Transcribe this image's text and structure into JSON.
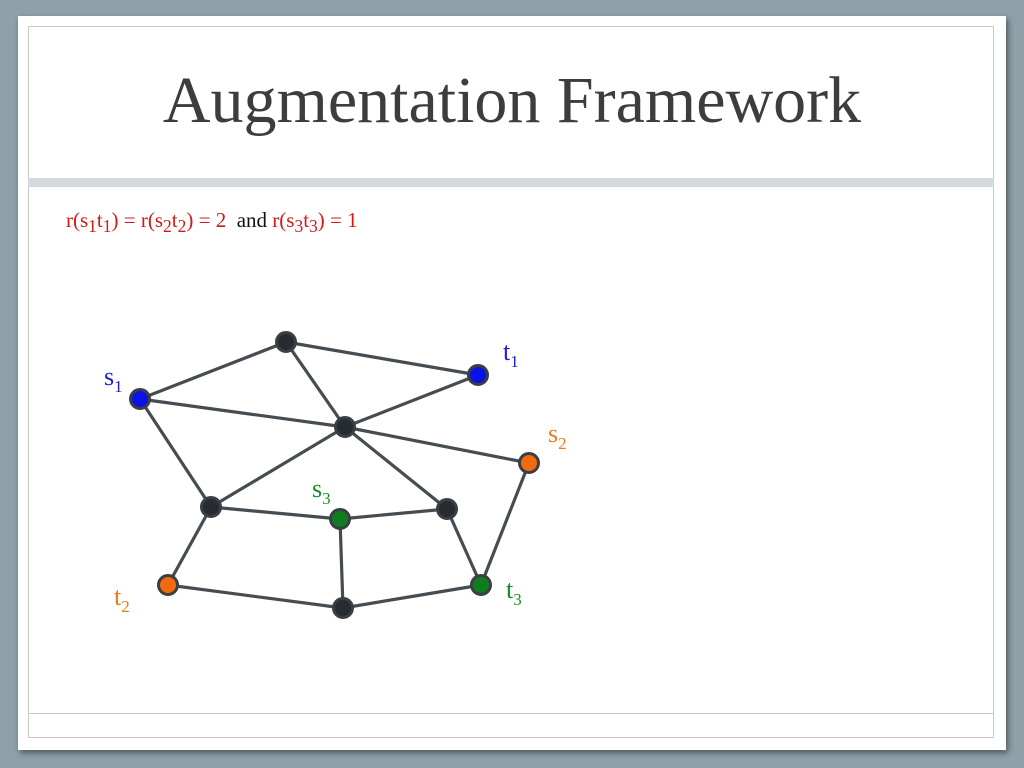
{
  "slide": {
    "title": "Augmentation Framework",
    "requirement": {
      "part1": "r(s",
      "sub1": "1",
      "part2": "t",
      "sub2": "1",
      "part3": ") = r(s",
      "sub3": "2",
      "part4": "t",
      "sub4": "2",
      "part5": ") = 2",
      "connector": "and",
      "part6": "r(s",
      "sub5": "3",
      "part7": "t",
      "sub6": "3",
      "part8": ") = 1"
    }
  },
  "colors": {
    "background": "#8ea1a8",
    "title": "#3d3d3d",
    "requirement_red": "#d21818",
    "edge": "#454c52",
    "node_default": "#262c31",
    "node_blue": "#0a12e6",
    "node_orange": "#f26a0f",
    "node_green": "#0d7d1f",
    "label_blue": "#1b1bd6",
    "label_orange": "#ea7a1c",
    "label_green": "#1a8a26"
  },
  "graph": {
    "nodes": [
      {
        "id": "top",
        "color": "#262c31",
        "label": "",
        "sub": ""
      },
      {
        "id": "t1",
        "color": "#0a12e6",
        "label": "t",
        "sub": "1",
        "label_color": "#1b1bd6"
      },
      {
        "id": "s1",
        "color": "#0a12e6",
        "label": "s",
        "sub": "1",
        "label_color": "#1b1bd6"
      },
      {
        "id": "center",
        "color": "#262c31",
        "label": "",
        "sub": ""
      },
      {
        "id": "s2",
        "color": "#f26a0f",
        "label": "s",
        "sub": "2",
        "label_color": "#ea7a1c"
      },
      {
        "id": "left",
        "color": "#262c31",
        "label": "",
        "sub": ""
      },
      {
        "id": "s3",
        "color": "#0d7d1f",
        "label": "s",
        "sub": "3",
        "label_color": "#1a8a26"
      },
      {
        "id": "right",
        "color": "#262c31",
        "label": "",
        "sub": ""
      },
      {
        "id": "t2",
        "color": "#f26a0f",
        "label": "t",
        "sub": "2",
        "label_color": "#ea7a1c"
      },
      {
        "id": "t3",
        "color": "#0d7d1f",
        "label": "t",
        "sub": "3",
        "label_color": "#1a8a26"
      },
      {
        "id": "bottom",
        "color": "#262c31",
        "label": "",
        "sub": ""
      }
    ],
    "edges": [
      [
        "s1",
        "top"
      ],
      [
        "top",
        "t1"
      ],
      [
        "top",
        "center"
      ],
      [
        "s1",
        "center"
      ],
      [
        "center",
        "t1"
      ],
      [
        "center",
        "s2"
      ],
      [
        "s1",
        "left"
      ],
      [
        "center",
        "left"
      ],
      [
        "center",
        "right"
      ],
      [
        "left",
        "s3"
      ],
      [
        "s3",
        "right"
      ],
      [
        "left",
        "t2"
      ],
      [
        "s3",
        "bottom"
      ],
      [
        "right",
        "t3"
      ],
      [
        "s2",
        "t3"
      ],
      [
        "t2",
        "bottom"
      ],
      [
        "bottom",
        "t3"
      ]
    ]
  }
}
